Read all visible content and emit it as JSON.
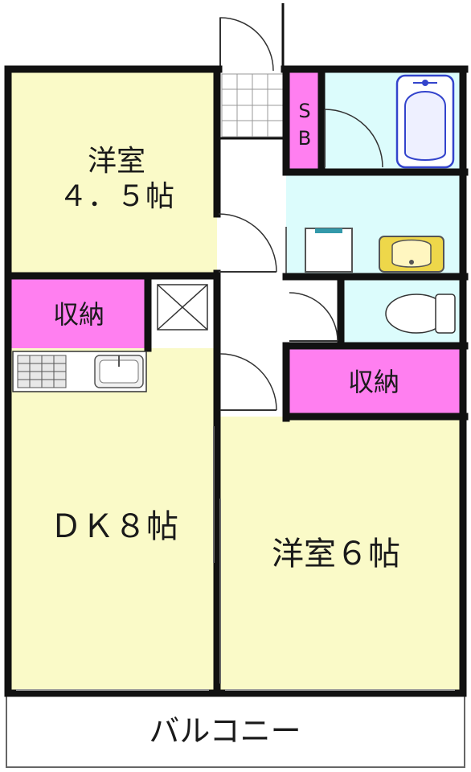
{
  "rooms": {
    "western_small_name": "洋室",
    "western_small_size": "４．５帖",
    "storage_left": "収納",
    "storage_right": "収納",
    "shoe_box_line1": "S",
    "shoe_box_line2": "B",
    "dk": "ＤＫ８帖",
    "western_large": "洋室６帖",
    "balcony": "バルコニー"
  },
  "colors": {
    "room_yellow": "#fafac8",
    "storage_magenta": "#ff7ff0",
    "wet_area_cyan": "#dcfcfc",
    "wall": "#111111",
    "floor_white": "#ffffff",
    "fixture_blue": "#3344cc"
  }
}
